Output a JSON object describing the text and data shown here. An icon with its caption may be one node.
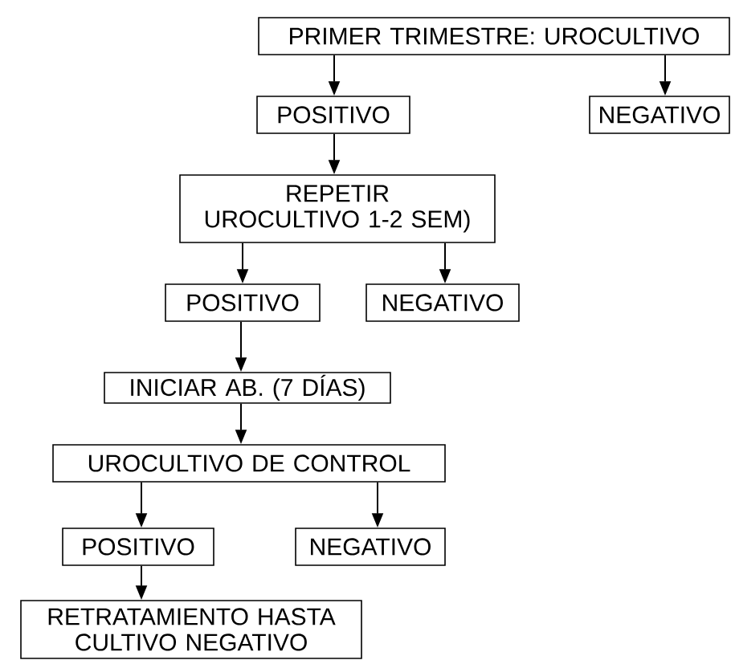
{
  "diagram": {
    "nodes": [
      {
        "text": [
          "PRIMER TRIMESTRE: UROCULTIVO"
        ]
      },
      {
        "text": [
          "POSITIVO"
        ]
      },
      {
        "text": [
          "NEGATIVO"
        ]
      },
      {
        "text": [
          "REPETIR UROCULTIVO 1-2 SEM)"
        ]
      },
      {
        "text": [
          "POSITIVO"
        ]
      },
      {
        "text": [
          "NEGATIVO"
        ]
      },
      {
        "text": [
          "INICIAR AB. (7 DÍAS)"
        ]
      },
      {
        "text": [
          "UROCULTIVO DE CONTROL"
        ]
      },
      {
        "text": [
          "POSITIVO"
        ]
      },
      {
        "text": [
          "NEGATIVO"
        ]
      },
      {
        "text": [
          "RETRATAMIENTO HASTA CULTIVO NEGATIVO"
        ]
      }
    ],
    "edges": [
      {
        "from": 0,
        "to": 1,
        "arrow": "to"
      },
      {
        "from": 0,
        "to": 2,
        "arrow": "to"
      },
      {
        "from": 1,
        "to": 3,
        "arrow": "to"
      },
      {
        "from": 3,
        "to": 4,
        "arrow": "to"
      },
      {
        "from": 3,
        "to": 5,
        "arrow": "to"
      },
      {
        "from": 4,
        "to": 6,
        "arrow": "to"
      },
      {
        "from": 6,
        "to": 7,
        "arrow": "to"
      },
      {
        "from": 7,
        "to": 8,
        "arrow": "to"
      },
      {
        "from": 7,
        "to": 9,
        "arrow": "to"
      },
      {
        "from": 8,
        "to": 10,
        "arrow": "to"
      }
    ]
  }
}
